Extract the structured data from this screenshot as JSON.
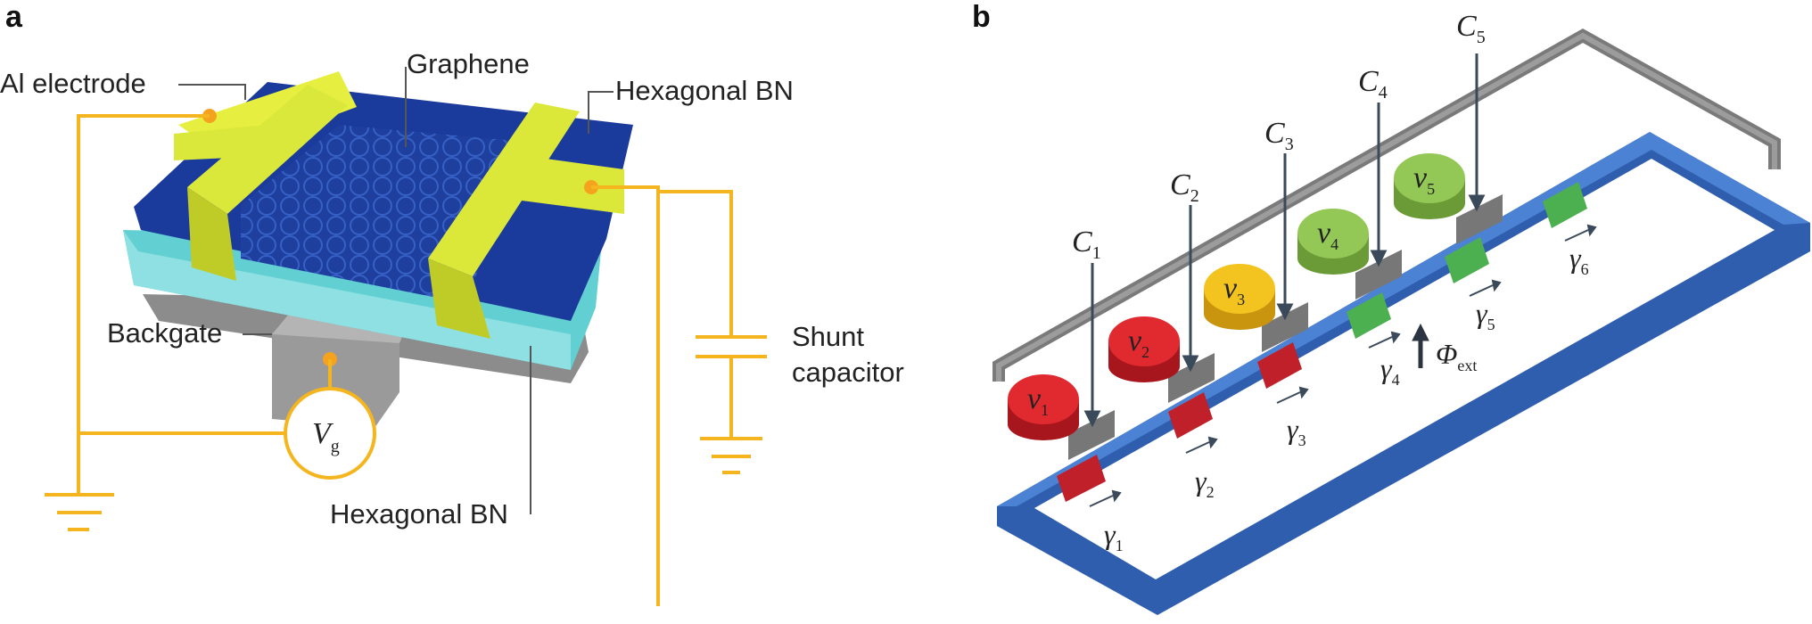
{
  "panel_a": {
    "letter": "a",
    "labels": {
      "electrode": "Al electrode",
      "graphene": "Graphene",
      "hbn_top": "Hexagonal BN",
      "backgate": "Backgate",
      "hbn_bottom": "Hexagonal BN",
      "shunt_line1": "Shunt",
      "shunt_line2": "capacitor"
    },
    "source": {
      "symbol": "V",
      "subscript": "g"
    }
  },
  "panel_b": {
    "letter": "b",
    "capacitors": [
      {
        "symbol": "C",
        "subscript": "1"
      },
      {
        "symbol": "C",
        "subscript": "2"
      },
      {
        "symbol": "C",
        "subscript": "3"
      },
      {
        "symbol": "C",
        "subscript": "4"
      },
      {
        "symbol": "C",
        "subscript": "5"
      }
    ],
    "nodes": [
      {
        "symbol": "ν",
        "subscript": "1",
        "color": "#d7222a"
      },
      {
        "symbol": "ν",
        "subscript": "2",
        "color": "#d7222a"
      },
      {
        "symbol": "ν",
        "subscript": "3",
        "color": "#f1c31c"
      },
      {
        "symbol": "ν",
        "subscript": "4",
        "color": "#8cc34d"
      },
      {
        "symbol": "ν",
        "subscript": "5",
        "color": "#8cc34d"
      }
    ],
    "gammas": [
      {
        "symbol": "γ",
        "subscript": "1"
      },
      {
        "symbol": "γ",
        "subscript": "2"
      },
      {
        "symbol": "γ",
        "subscript": "3"
      },
      {
        "symbol": "γ",
        "subscript": "4"
      },
      {
        "symbol": "γ",
        "subscript": "5"
      },
      {
        "symbol": "γ",
        "subscript": "6"
      }
    ],
    "flux": {
      "symbol": "Φ",
      "subscript": "ext"
    }
  },
  "colors": {
    "gold": "#f5b51e",
    "electrode": "#d9e83a",
    "hbn_blue": "#1d3fa6",
    "substrate_cyan": "#6dd6d8",
    "ring_blue": "#3b6fc0",
    "ring_gray": "#7a7a7a",
    "junction_red": "#c0202a",
    "junction_green": "#4caf50"
  }
}
